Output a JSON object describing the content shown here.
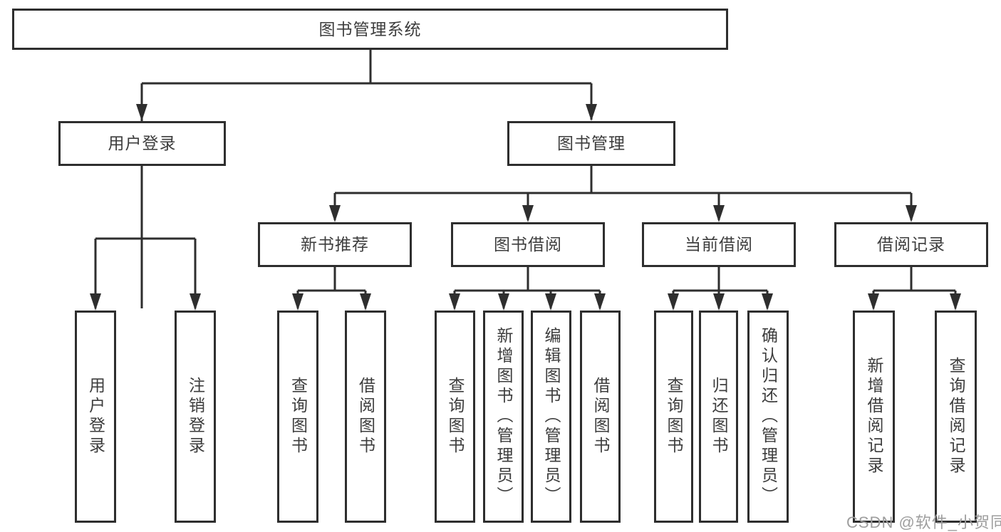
{
  "diagram": {
    "root": {
      "label": "图书管理系统",
      "children": [
        {
          "label": "用户登录",
          "children": [
            {
              "label": "用户登录"
            },
            {
              "label": "注销登录"
            }
          ]
        },
        {
          "label": "图书管理",
          "children": [
            {
              "label": "新书推荐",
              "children": [
                {
                  "label": "查询图书"
                },
                {
                  "label": "借阅图书"
                }
              ]
            },
            {
              "label": "图书借阅",
              "children": [
                {
                  "label": "查询图书"
                },
                {
                  "label": "新增图书（管理员）"
                },
                {
                  "label": "编辑图书（管理员）"
                },
                {
                  "label": "借阅图书"
                }
              ]
            },
            {
              "label": "当前借阅",
              "children": [
                {
                  "label": "查询图书"
                },
                {
                  "label": "归还图书"
                },
                {
                  "label": "确认归还（管理员）"
                }
              ]
            },
            {
              "label": "借阅记录",
              "children": [
                {
                  "label": "新增借阅记录"
                },
                {
                  "label": "查询借阅记录"
                }
              ]
            }
          ]
        }
      ]
    },
    "colors": {
      "line": "#2e2e2e",
      "text": "#3d3d3d",
      "background": "#ffffff",
      "watermark": "#9e9e9e"
    },
    "watermark": "CSDN @软件_小贺同学"
  }
}
